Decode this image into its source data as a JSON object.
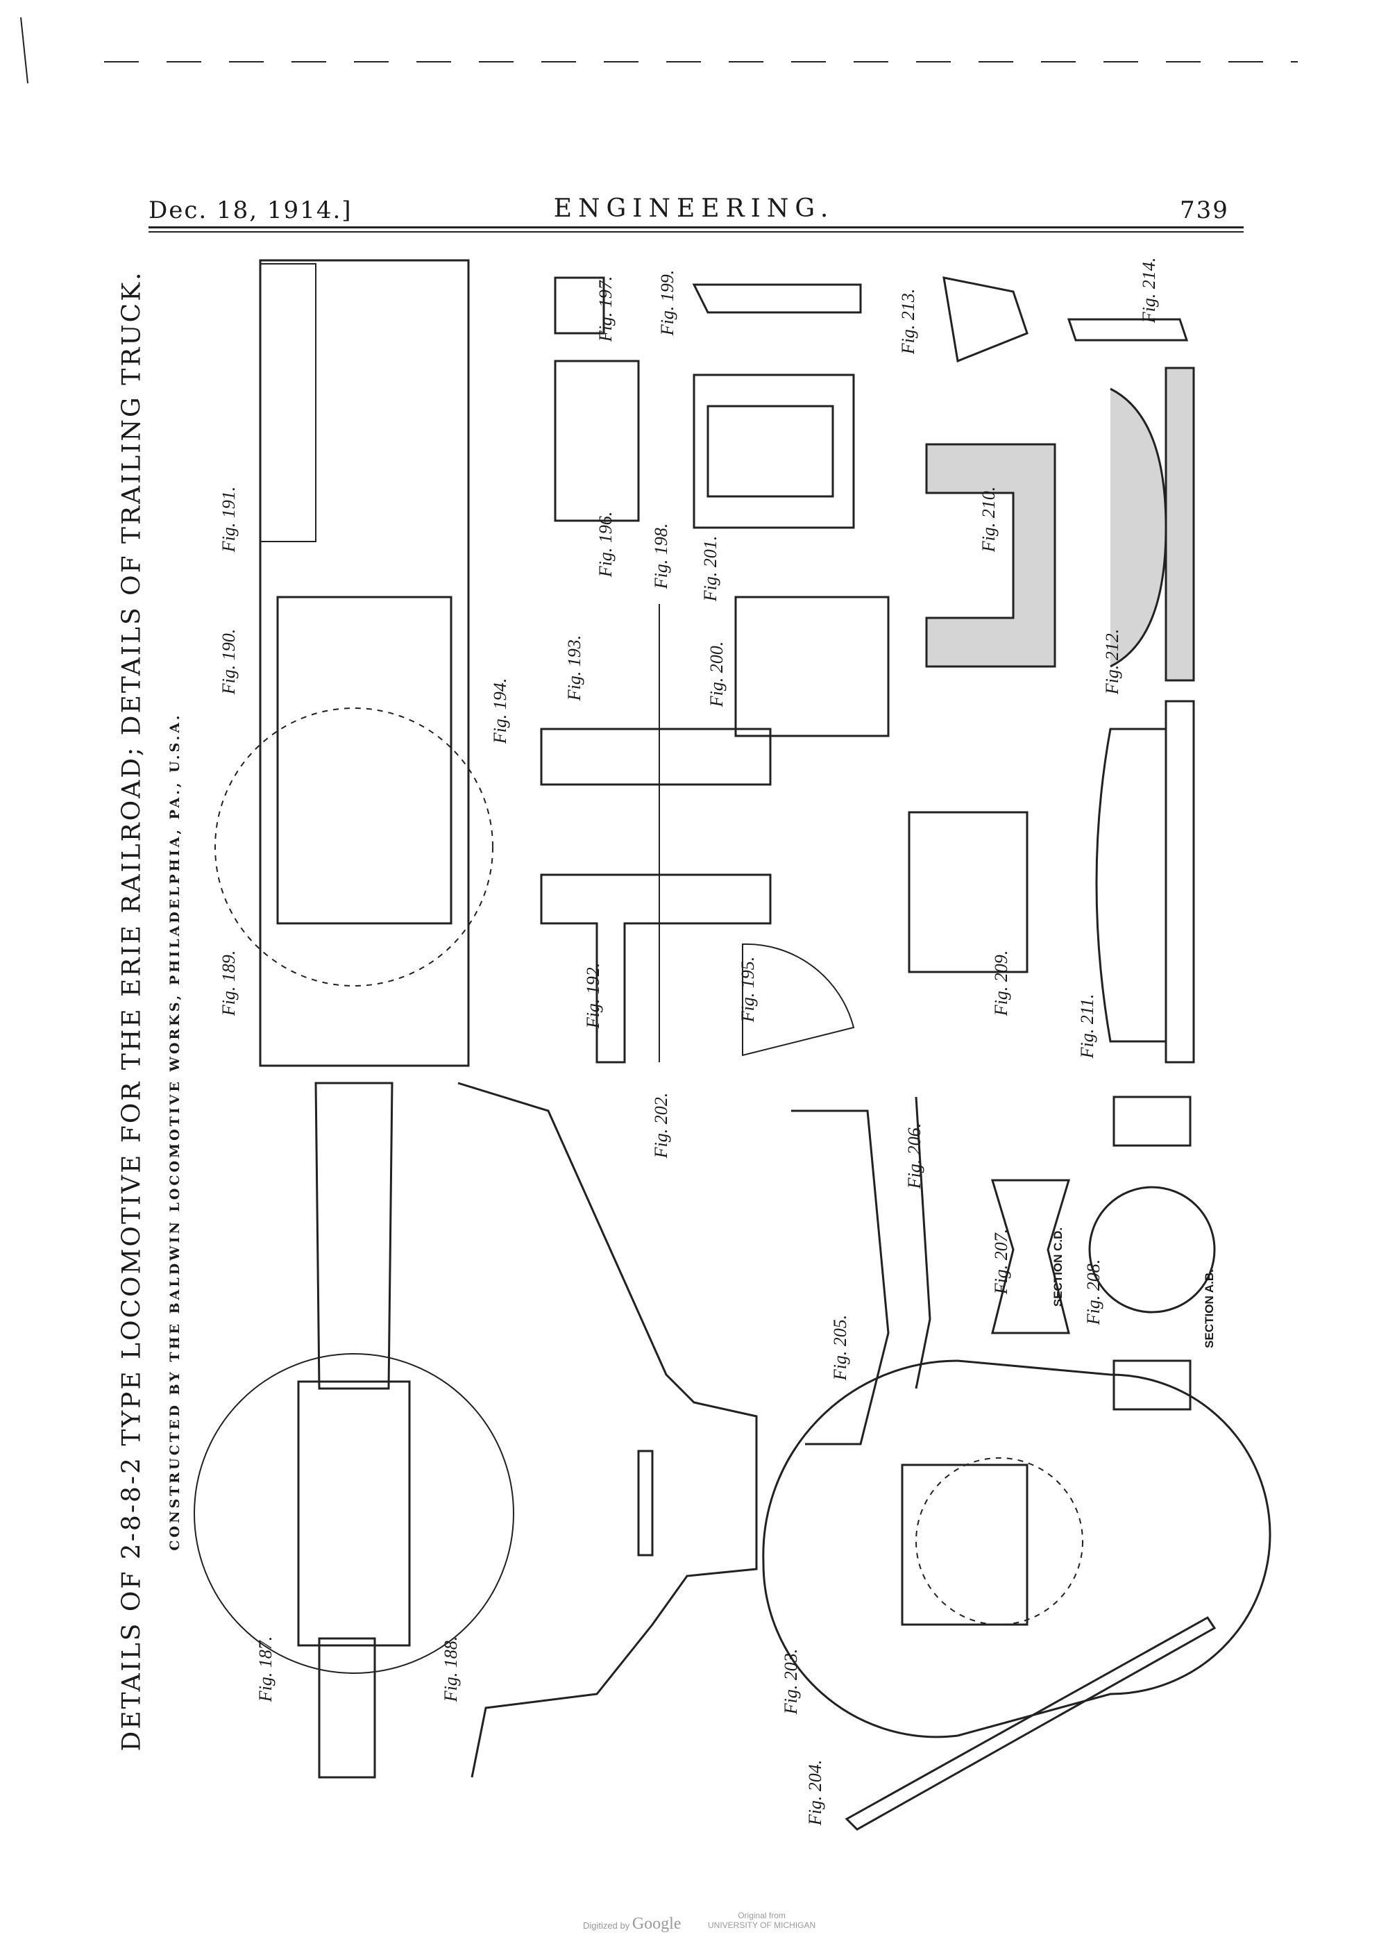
{
  "header": {
    "date": "Dec. 18, 1914.]",
    "journal": "ENGINEERING.",
    "page_number": "739"
  },
  "title": "DETAILS OF 2-8-8-2 TYPE LOCOMOTIVE FOR THE ERIE RAILROAD; DETAILS OF TRAILING TRUCK.",
  "subtitle": "CONSTRUCTED BY THE BALDWIN LOCOMOTIVE WORKS, PHILADELPHIA, PA., U.S.A.",
  "figures": [
    "Fig. 187.",
    "Fig. 188.",
    "Fig. 189.",
    "Fig. 190.",
    "Fig. 191.",
    "Fig. 192.",
    "Fig. 193.",
    "Fig. 194.",
    "Fig. 195.",
    "Fig. 196.",
    "Fig. 197.",
    "Fig. 198.",
    "Fig. 199.",
    "Fig. 200.",
    "Fig. 201.",
    "Fig. 202.",
    "Fig. 203.",
    "Fig. 204.",
    "Fig. 205.",
    "Fig. 206.",
    "Fig. 207.",
    "Fig. 208.",
    "Fig. 209.",
    "Fig. 210.",
    "Fig. 211.",
    "Fig. 212.",
    "Fig. 213.",
    "Fig. 214."
  ],
  "sections": [
    "SECTION A.B.",
    "SECTION C.D."
  ],
  "footer": {
    "digitized_prefix": "Digitized by",
    "digitized_brand": "Google",
    "original_line1": "Original from",
    "original_line2": "UNIVERSITY OF MICHIGAN"
  }
}
